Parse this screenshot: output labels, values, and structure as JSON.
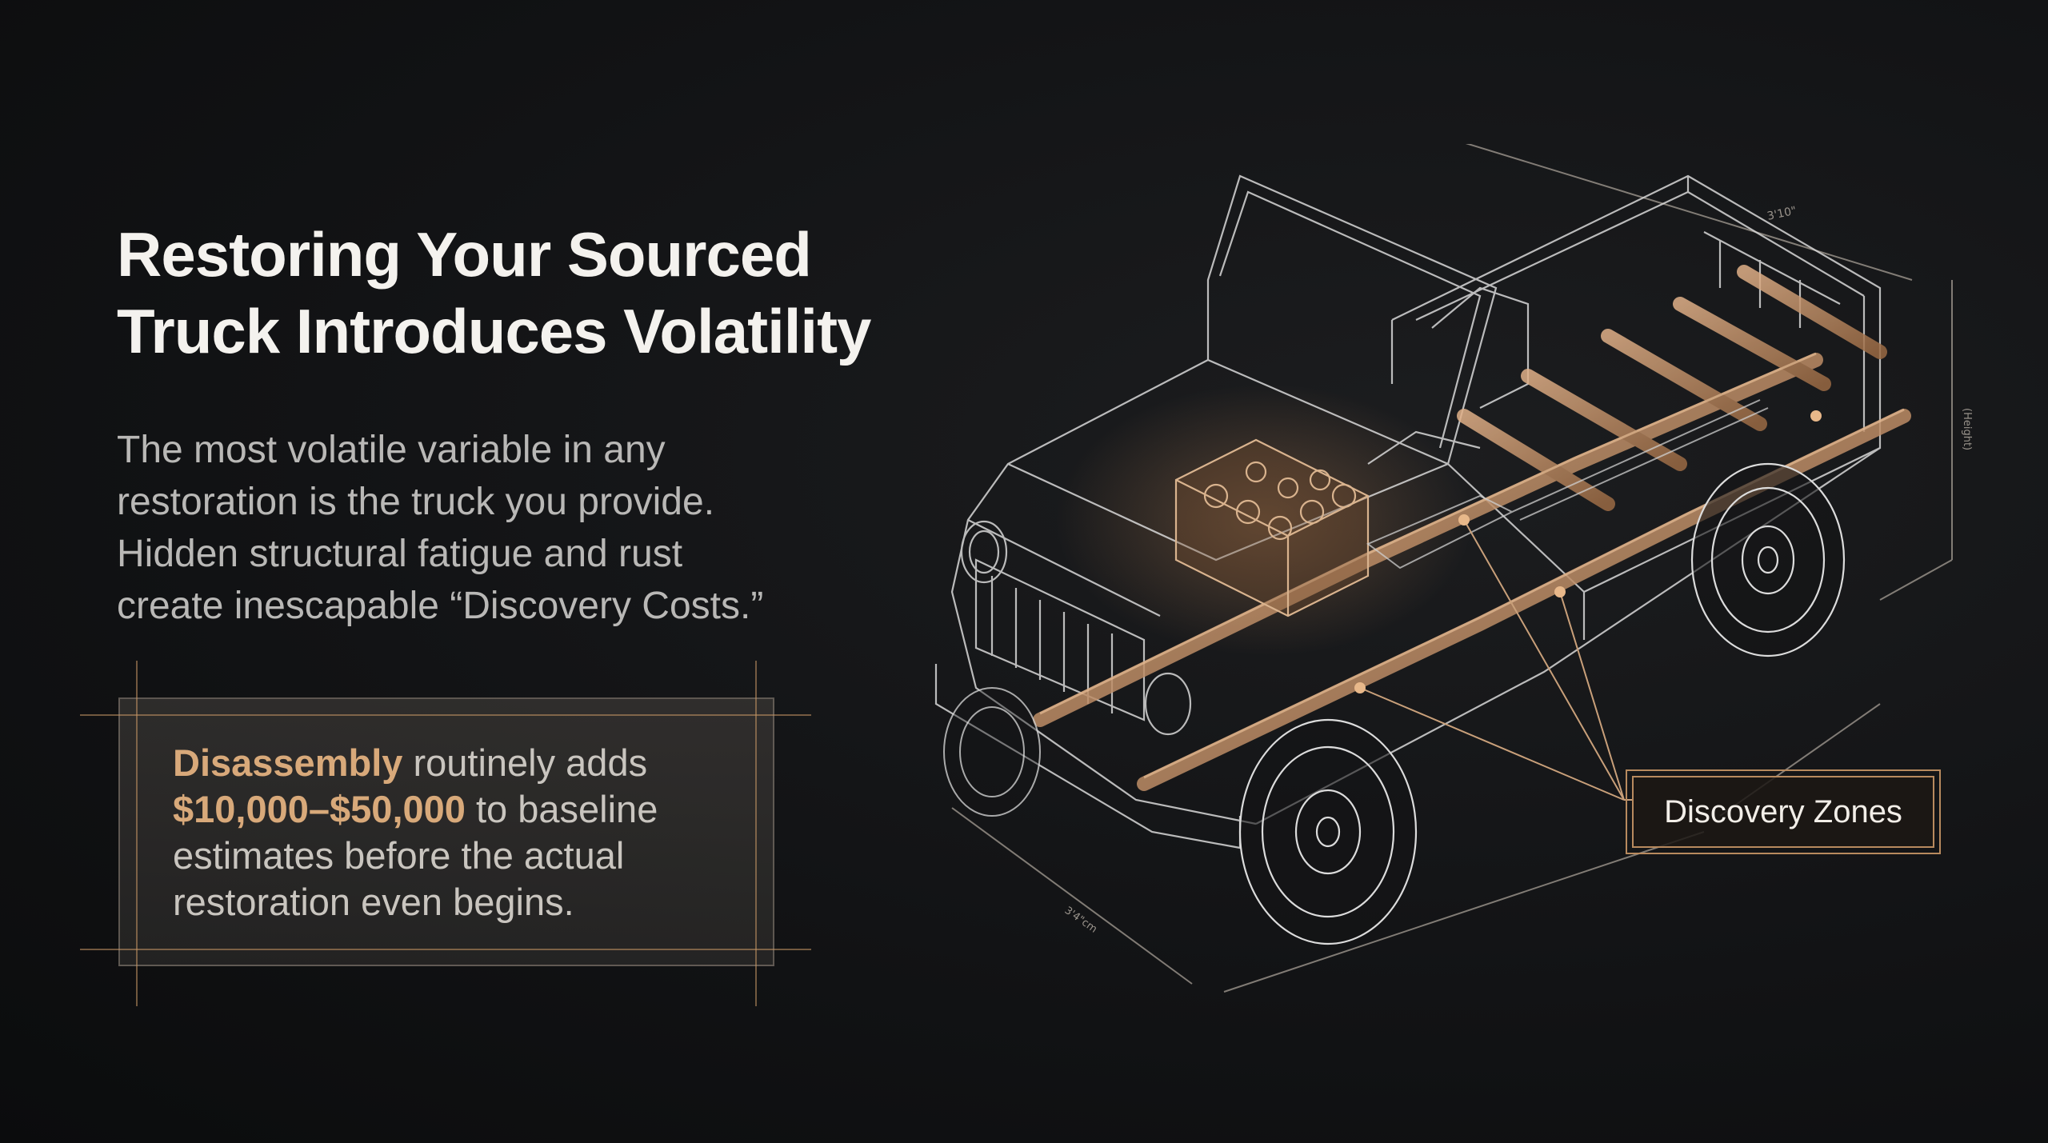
{
  "heading": {
    "line1": "Restoring Your Sourced",
    "line2": "Truck Introduces Volatility"
  },
  "body": {
    "line1": "The most volatile variable in any",
    "line2": "restoration is the truck you provide.",
    "line3": "Hidden structural fatigue and rust",
    "line4": "create inescapable “Discovery Costs.”"
  },
  "callout": {
    "line1_accent": "Disassembly",
    "line1_rest": " routinely adds",
    "line2_accent": "$10,000–$50,000",
    "line2_rest": " to baseline",
    "line3": "estimates before the actual",
    "line4": "restoration even begins."
  },
  "diagram": {
    "zone_label": "Discovery Zones",
    "dimension_top": "3'10\"",
    "dimension_side": "(Height)",
    "dimension_bottom": "3'4\"cm"
  },
  "colors": {
    "background": "#121315",
    "title": "#f4f2ee",
    "body": "#b9b8b6",
    "accent": "#d8a97a",
    "frame": "#c49662",
    "wireframe": "#d9d9d9"
  }
}
